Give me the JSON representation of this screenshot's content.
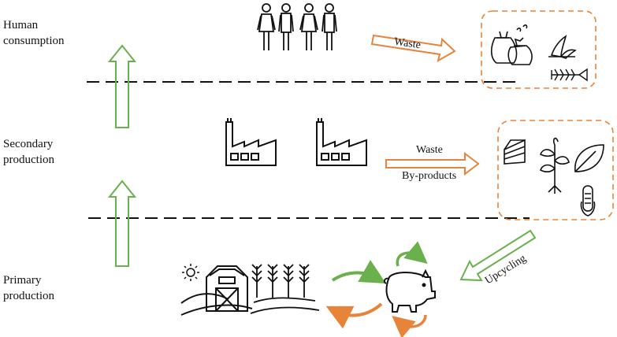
{
  "levels": {
    "human": {
      "line1": "Human",
      "line2": "consumption"
    },
    "secondary": {
      "line1": "Secondary",
      "line2": "production"
    },
    "primary": {
      "line1": "Primary",
      "line2": "production"
    }
  },
  "arrows": {
    "waste_top": "Waste",
    "waste_mid": "Waste",
    "byproducts": "By-products",
    "upcycling": "Upcycling"
  },
  "colors": {
    "green": "#6ab04c",
    "orange": "#e8843a",
    "black": "#111111"
  },
  "icons": [
    "people-icon",
    "food-waste-bags-icon",
    "banana-peel-icon",
    "fish-bone-icon",
    "factory-icon",
    "cake-icon",
    "plant-icon",
    "leaf-icon",
    "corn-icon",
    "barn-icon",
    "sun-icon",
    "wheat-icon",
    "pig-icon"
  ]
}
